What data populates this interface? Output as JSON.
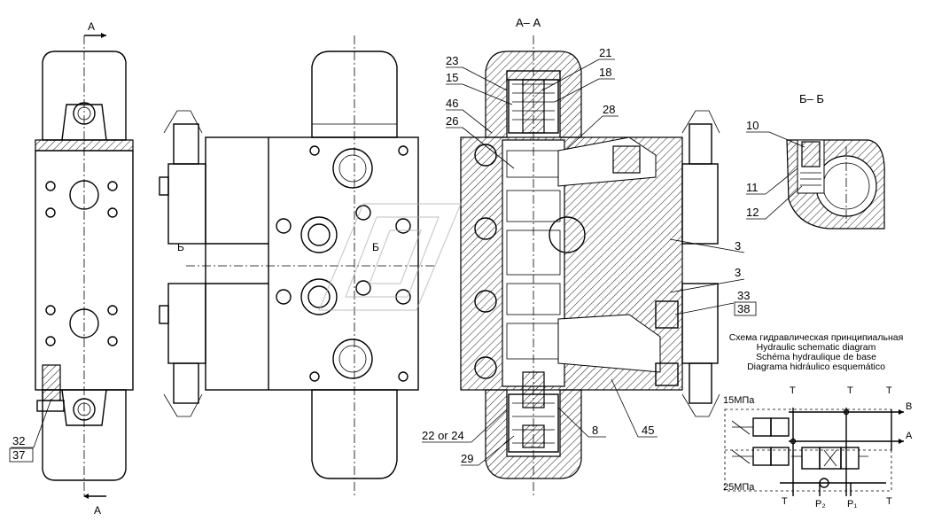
{
  "section_aa_title": "А– А",
  "section_bb_title": "Б– Б",
  "cut_labels": {
    "a_top": "А",
    "a_bottom": "А",
    "b_left": "Б",
    "b_right": "Б"
  },
  "callouts": {
    "c23": "23",
    "c15": "15",
    "c46": "46",
    "c26": "26",
    "c21": "21",
    "c18": "18",
    "c28": "28",
    "c10": "10",
    "c11": "11",
    "c12": "12",
    "c3a": "3",
    "c3b": "3",
    "c33": "33",
    "c38": "38",
    "c32": "32",
    "c37": "37",
    "c22": "22 or 24",
    "c29": "29",
    "c8": "8",
    "c45": "45"
  },
  "schematic_titles": [
    "Схема гидравлическая принципиальная",
    "Hydraulic schematic diagram",
    "Schéma hydraulique de base",
    "Diagrama hidráulico esquemático"
  ],
  "schematic_labels": {
    "p15": "15МПа",
    "p25": "25МПа",
    "t1": "T",
    "t2": "T",
    "t3": "T",
    "t4": "T",
    "t5": "T",
    "b": "B",
    "a": "A",
    "p2": "P₂",
    "p1": "P₁"
  }
}
